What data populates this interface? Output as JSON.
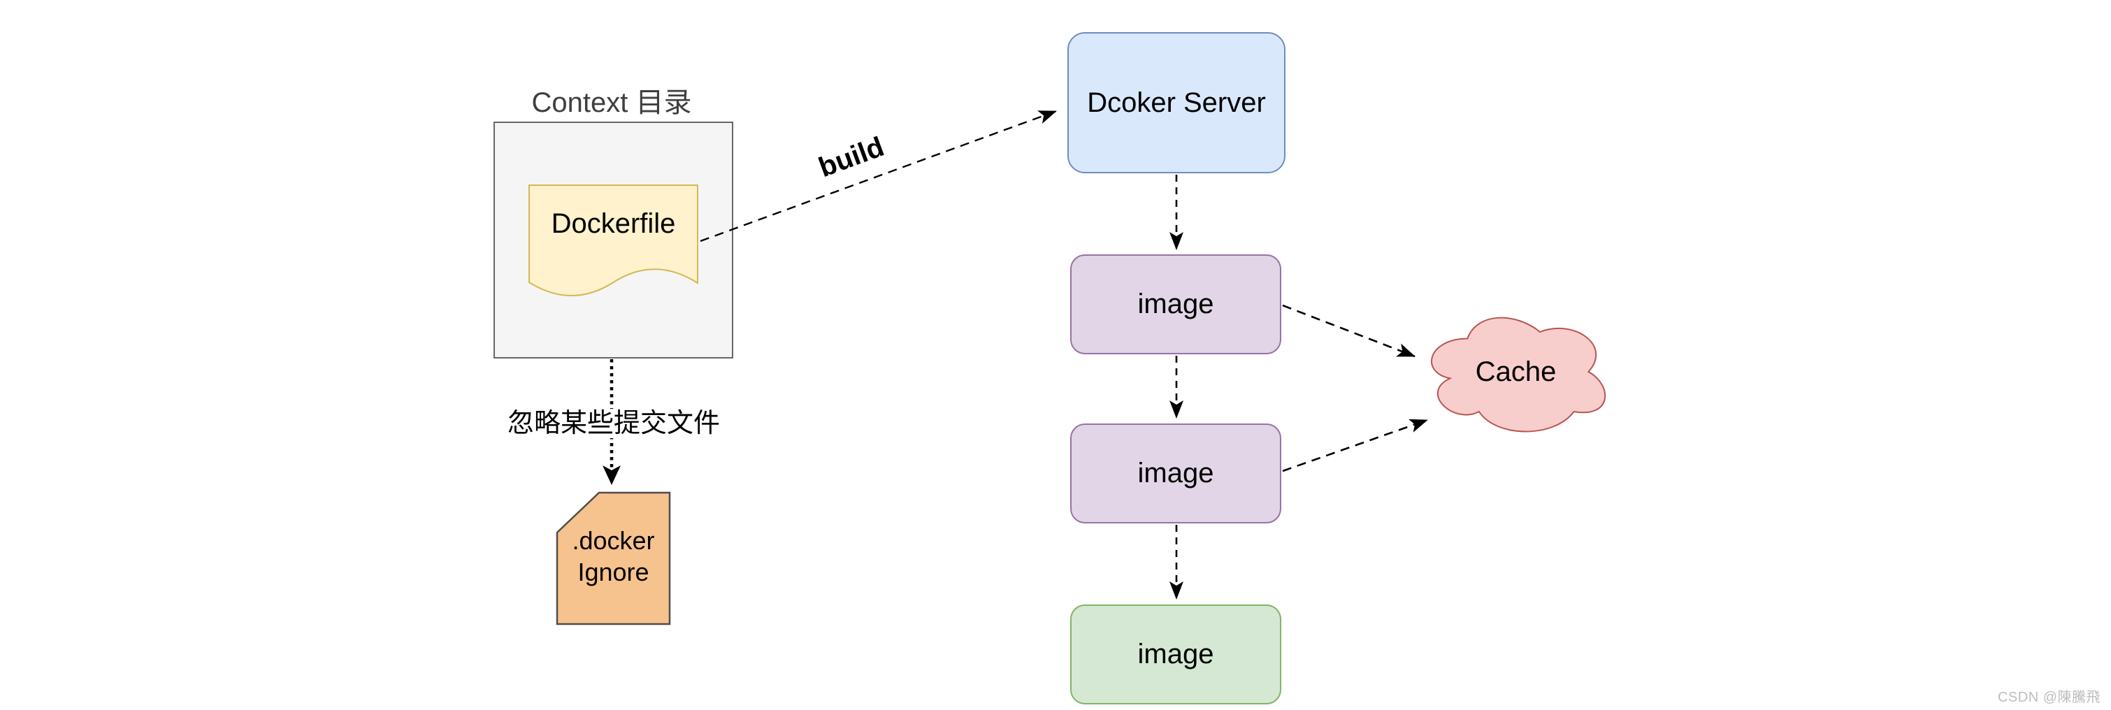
{
  "diagram": {
    "context": {
      "title": "Context 目录"
    },
    "dockerfile": {
      "label": "Dockerfile"
    },
    "server": {
      "label": "Dcoker Server"
    },
    "images": [
      {
        "label": "image"
      },
      {
        "label": "image"
      },
      {
        "label": "image"
      }
    ],
    "cache": {
      "label": "Cache"
    },
    "dockerignore": {
      "line1": ".docker",
      "line2": "Ignore"
    },
    "edges": {
      "build": {
        "label": "build"
      },
      "ignore": {
        "label": "忽略某些提交文件"
      }
    },
    "colors": {
      "context_fill": "#F5F5F5",
      "context_stroke": "#666666",
      "dockerfile_fill": "#FFF2CC",
      "dockerfile_stroke": "#D6B656",
      "server_fill": "#DAE8FC",
      "server_stroke": "#6C8EBF",
      "image_fill": "#E1D5E7",
      "image_stroke": "#9673A6",
      "final_image_fill": "#D5E8D4",
      "final_image_stroke": "#82B366",
      "cache_fill": "#F8CECC",
      "cache_stroke": "#B85450",
      "dockerignore_fill": "#F6C28D",
      "dockerignore_stroke": "#4D4D4D",
      "arrow_color": "#000000",
      "title_text": "#3F3F3F",
      "watermark_text": "#BDBDBD"
    }
  },
  "watermark": {
    "text": "CSDN @陳騰飛"
  }
}
